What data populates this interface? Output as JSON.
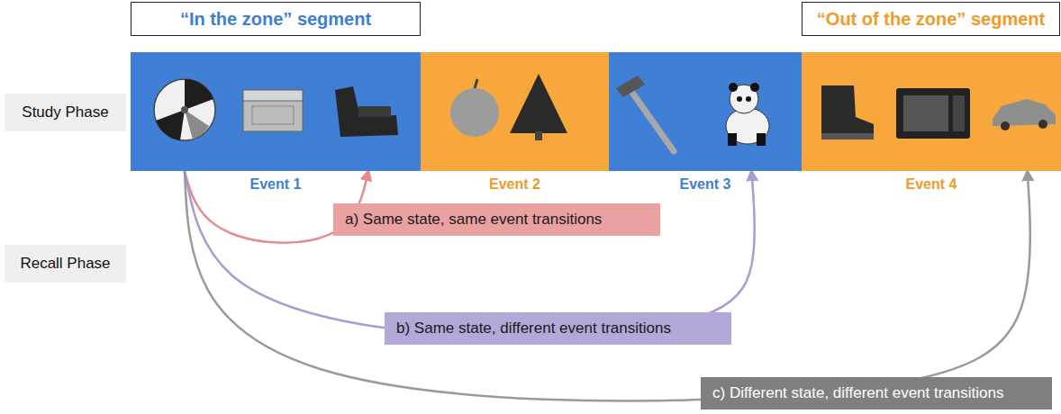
{
  "diagram": {
    "nodes": [
      {
        "text": [
          "“In the zone” segment"
        ]
      },
      {
        "text": [
          "“Out of the zone” segment"
        ]
      },
      {
        "text": [
          "Study Phase"
        ]
      },
      {
        "text": [
          "Event 1"
        ]
      },
      {
        "text": [
          "Event 2"
        ]
      },
      {
        "text": [
          "Event 3"
        ]
      },
      {
        "text": [
          "Event 4"
        ]
      },
      {
        "text": [
          "Recall Phase"
        ]
      }
    ],
    "edges": [
      {
        "from": 3,
        "to": 3,
        "arrow": "to",
        "label": "a)  Same state, same event transitions"
      },
      {
        "from": 3,
        "to": 5,
        "arrow": "to",
        "label": "b)  Same state, different event transitions"
      },
      {
        "from": 3,
        "to": 6,
        "arrow": "to",
        "label": "c) Different state, different event transitions"
      }
    ]
  }
}
